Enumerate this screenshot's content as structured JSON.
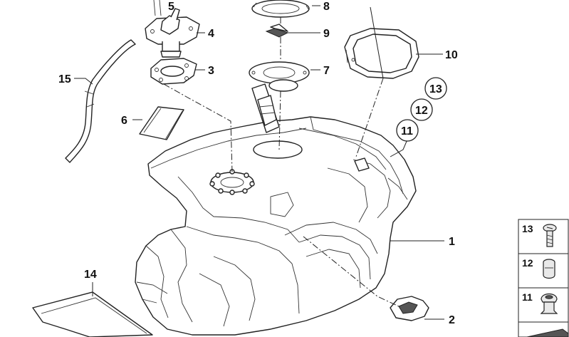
{
  "colors": {
    "line": "#222222",
    "background": "#ffffff",
    "fill_light": "#e9e9e9"
  },
  "callouts": {
    "c1": "1",
    "c2": "2",
    "c3": "3",
    "c4": "4",
    "c5": "5",
    "c6": "6",
    "c7": "7",
    "c8": "8",
    "c9": "9",
    "c10": "10",
    "c11": "11",
    "c12": "12",
    "c13": "13",
    "c14": "14",
    "c15": "15"
  },
  "key_panel": {
    "items": [
      {
        "number": "13",
        "icon": "bolt-icon"
      },
      {
        "number": "12",
        "icon": "plug-icon"
      },
      {
        "number": "11",
        "icon": "grommet-icon"
      }
    ]
  }
}
